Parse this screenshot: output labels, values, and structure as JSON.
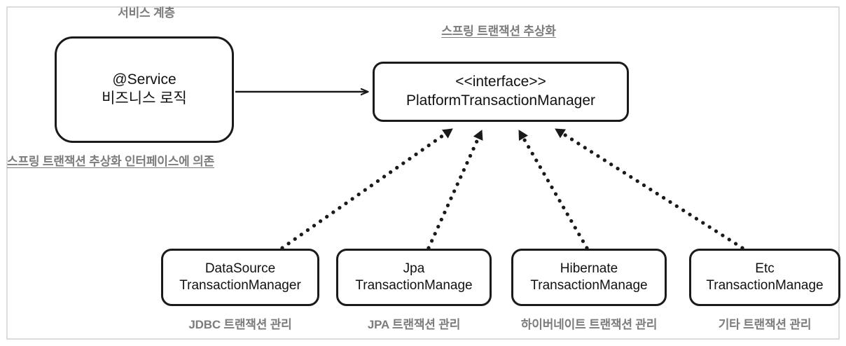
{
  "diagram": {
    "title_service_layer": "서비스 계층",
    "title_spring_abstraction": "스프링 트랜잭션 추상화",
    "note_depends_on": "스프링 트랜잭션 추상화 인터페이스에 의존",
    "colors": {
      "stroke": "#1a1a1a",
      "label_gray": "#7c7c7c",
      "frame_gray": "#dcdcdc",
      "background": "#ffffff"
    },
    "service_node": {
      "line1": "@Service",
      "line2": "비즈니스 로직"
    },
    "interface_node": {
      "line1": "<<interface>>",
      "line2": "PlatformTransactionManager"
    },
    "implementations": [
      {
        "line1": "DataSource",
        "line2": "TransactionManager",
        "caption": "JDBC 트랜잭션 관리"
      },
      {
        "line1": "Jpa",
        "line2": "TransactionManage",
        "caption": "JPA 트랜잭션 관리"
      },
      {
        "line1": "Hibernate",
        "line2": "TransactionManage",
        "caption": "하이버네이트 트랜잭션 관리"
      },
      {
        "line1": "Etc",
        "line2": "TransactionManage",
        "caption": "기타 트랜잭션 관리"
      }
    ],
    "edges": {
      "service_to_interface": "solid-arrow",
      "implements": "dotted-realization-arrow"
    }
  }
}
